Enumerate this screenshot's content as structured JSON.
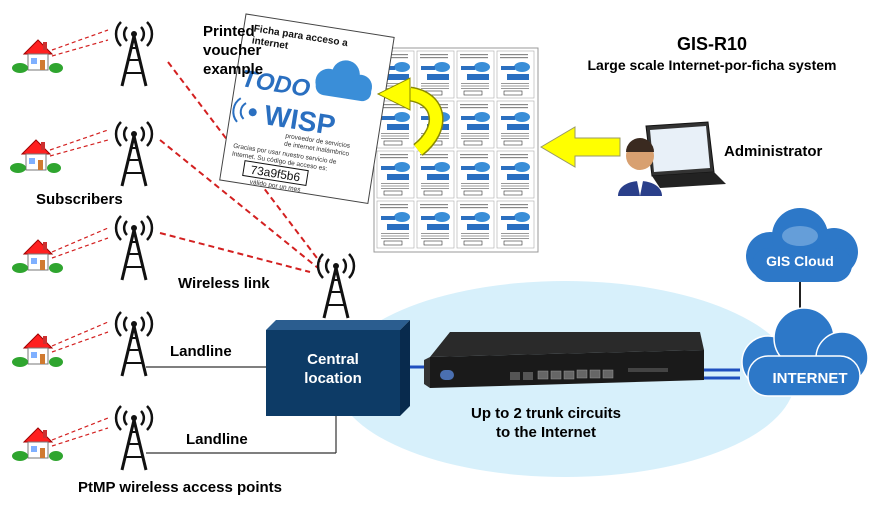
{
  "title": "GIS-R10",
  "subtitle": "Large scale Internet-por-ficha system",
  "labels": {
    "printed_voucher": [
      "Printed",
      "voucher",
      "example"
    ],
    "subscribers": "Subscribers",
    "wireless_link": "Wireless link",
    "landline_1": "Landline",
    "landline_2": "Landline",
    "ptmp": "PtMP wireless access points",
    "administrator": "Administrator",
    "central_location": [
      "Central",
      "location"
    ],
    "trunk": [
      "Up to 2 trunk circuits",
      "to the Internet"
    ],
    "gis_cloud": "GIS Cloud",
    "internet": "INTERNET"
  },
  "voucher": {
    "header": [
      "Ficha para acceso a",
      "internet"
    ],
    "logo_top": "TODO",
    "logo_bottom": "WISP",
    "provider": [
      "proveedor de servicios",
      "de internet inalámbrico"
    ],
    "thanks": [
      "Gracias por usar nuestro servicio de",
      "Internet. Su código de acceso es:"
    ],
    "code": "73a9f5b6",
    "validity": "válido por un mes"
  },
  "colors": {
    "central_box": "#0d3b66",
    "cloud": "#2d78c8",
    "ellipse": "#d7f0fb",
    "arrow": "#ffff00",
    "wireless_dash": "#d32020",
    "trunk_line": "#1f4fbf"
  }
}
